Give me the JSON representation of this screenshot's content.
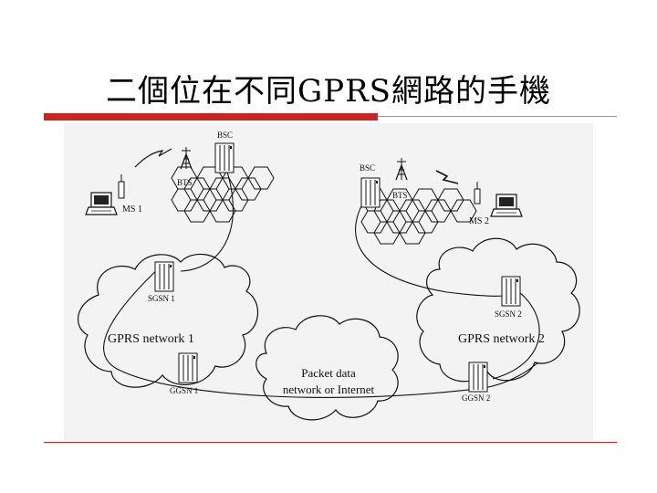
{
  "slide": {
    "title": "二個位在不同GPRS網路的手機"
  },
  "diagram": {
    "labels": {
      "bsc_left": "BSC",
      "bts_left": "BTS",
      "ms1": "MS 1",
      "bsc_right": "BSC",
      "bts_right": "BTS",
      "ms2": "MS 2",
      "sgsn1": "SGSN 1",
      "ggsn1": "GGSN 1",
      "network1": "GPRS network 1",
      "sgsn2": "SGSN 2",
      "ggsn2": "GGSN 2",
      "network2": "GPRS network 2",
      "pdn_line1": "Packet data",
      "pdn_line2": "network or Internet"
    }
  },
  "colors": {
    "accent_red": "#cc2222",
    "panel_bg": "#f3f3f3",
    "line": "#111111"
  }
}
